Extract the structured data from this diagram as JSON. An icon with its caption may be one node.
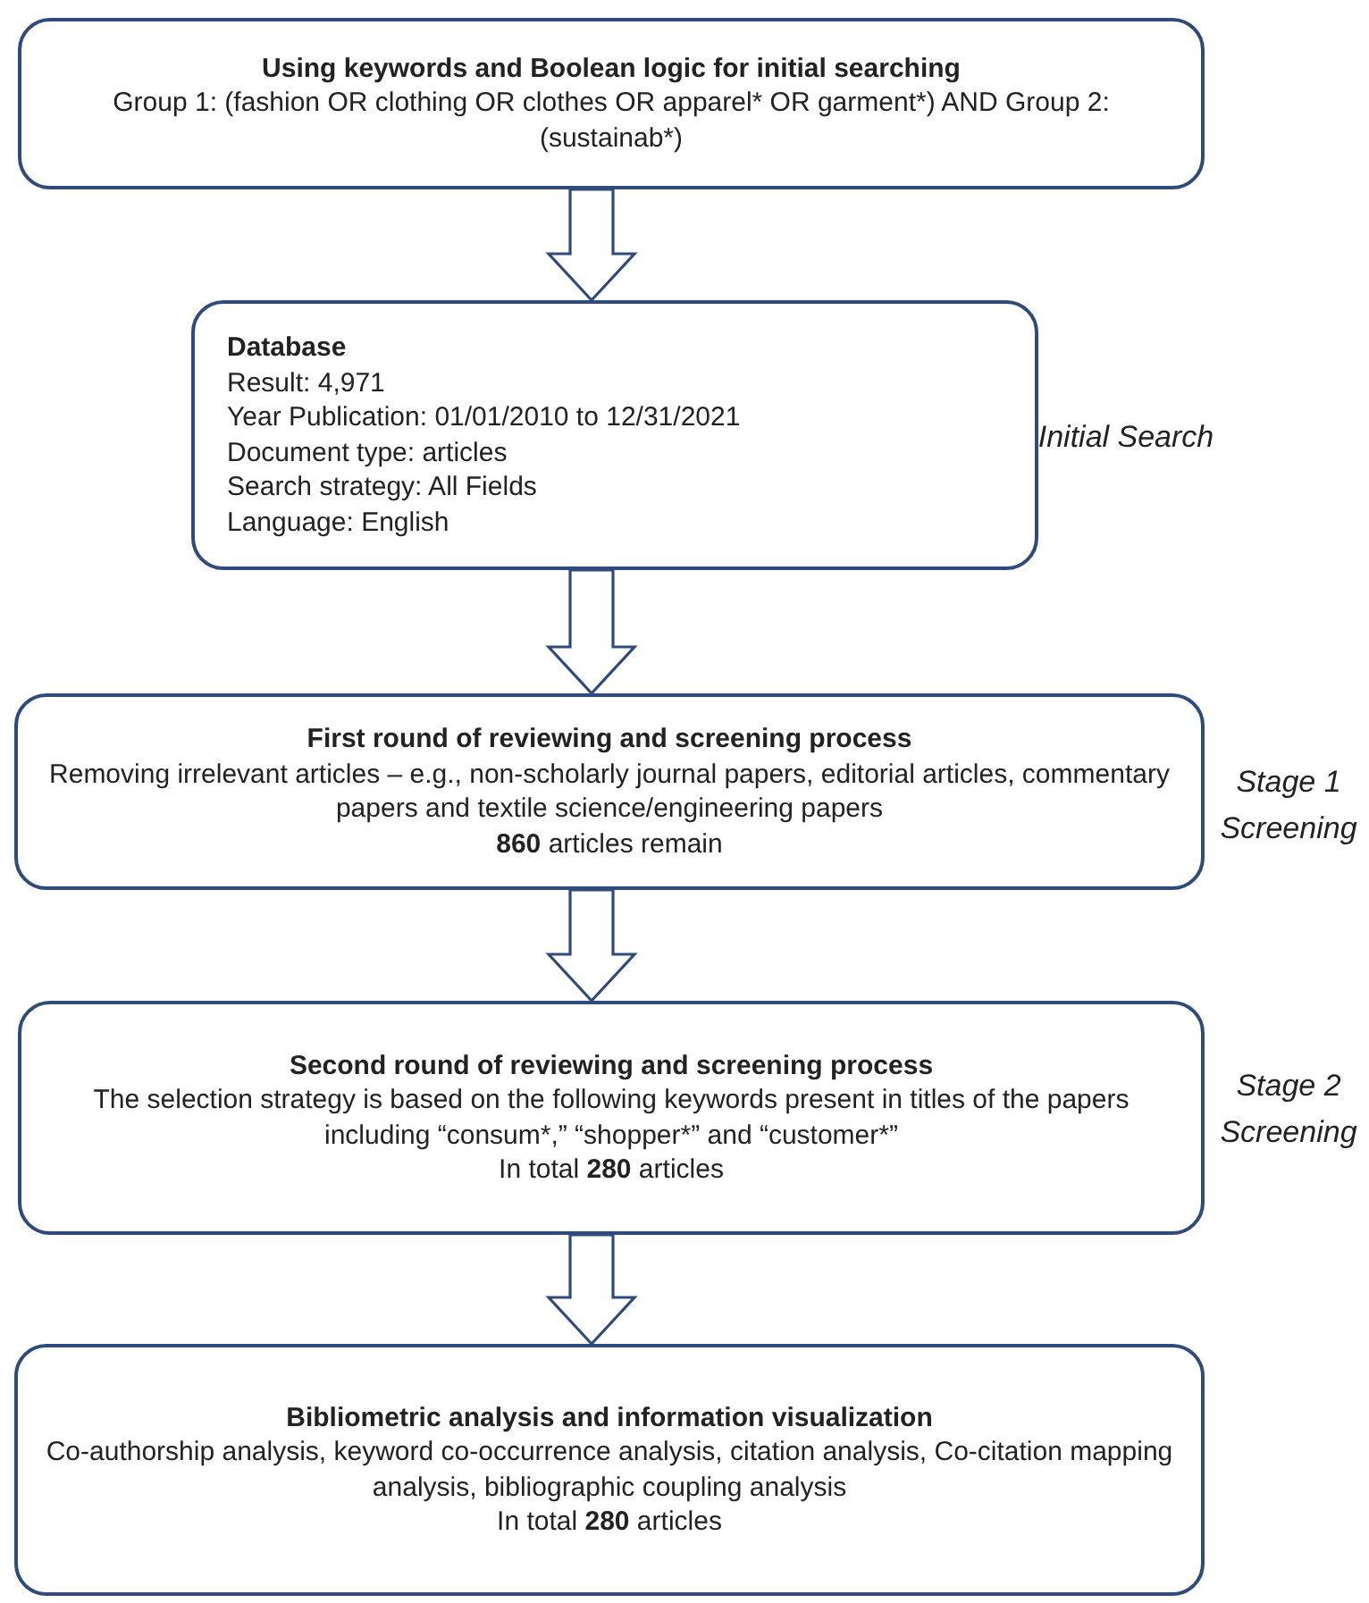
{
  "diagram": {
    "nodes": [
      {
        "text": [
          "Using keywords and Boolean logic for initial searching",
          "Group 1: (fashion OR clothing OR clothes OR apparel* OR garment*) AND Group 2: (sustainab*)"
        ]
      },
      {
        "text": [
          "Database",
          "Result: 4,971",
          "Year Publication: 01/01/2010 to 12/31/2021",
          "Document type: articles",
          "Search strategy: All Fields",
          "Language: English"
        ],
        "beside": [
          "Initial Search"
        ]
      },
      {
        "text": [
          "First round of reviewing and screening process",
          "Removing irrelevant articles – e.g., non-scholarly journal papers, editorial articles, commentary papers and textile science/engineering papers",
          "**860** articles remain"
        ],
        "beside": [
          "Stage 1 Screening"
        ]
      },
      {
        "text": [
          "Second round of reviewing and screening process",
          "The selection strategy is based on the following keywords present in titles of the papers including “consum*,” “shopper*” and “customer*”",
          "In total **280** articles"
        ],
        "beside": [
          "Stage 2 Screening"
        ]
      },
      {
        "text": [
          "Bibliometric analysis and information visualization",
          "Co-authorship analysis, keyword co-occurrence analysis, citation analysis, Co-citation mapping analysis, bibliographic coupling analysis",
          "In total **280** articles"
        ]
      }
    ],
    "edges": [
      {
        "from": 0,
        "to": 1,
        "arrow": "to"
      },
      {
        "from": 1,
        "to": 2,
        "arrow": "to"
      },
      {
        "from": 2,
        "to": 3,
        "arrow": "to"
      },
      {
        "from": 3,
        "to": 4,
        "arrow": "to"
      }
    ]
  }
}
